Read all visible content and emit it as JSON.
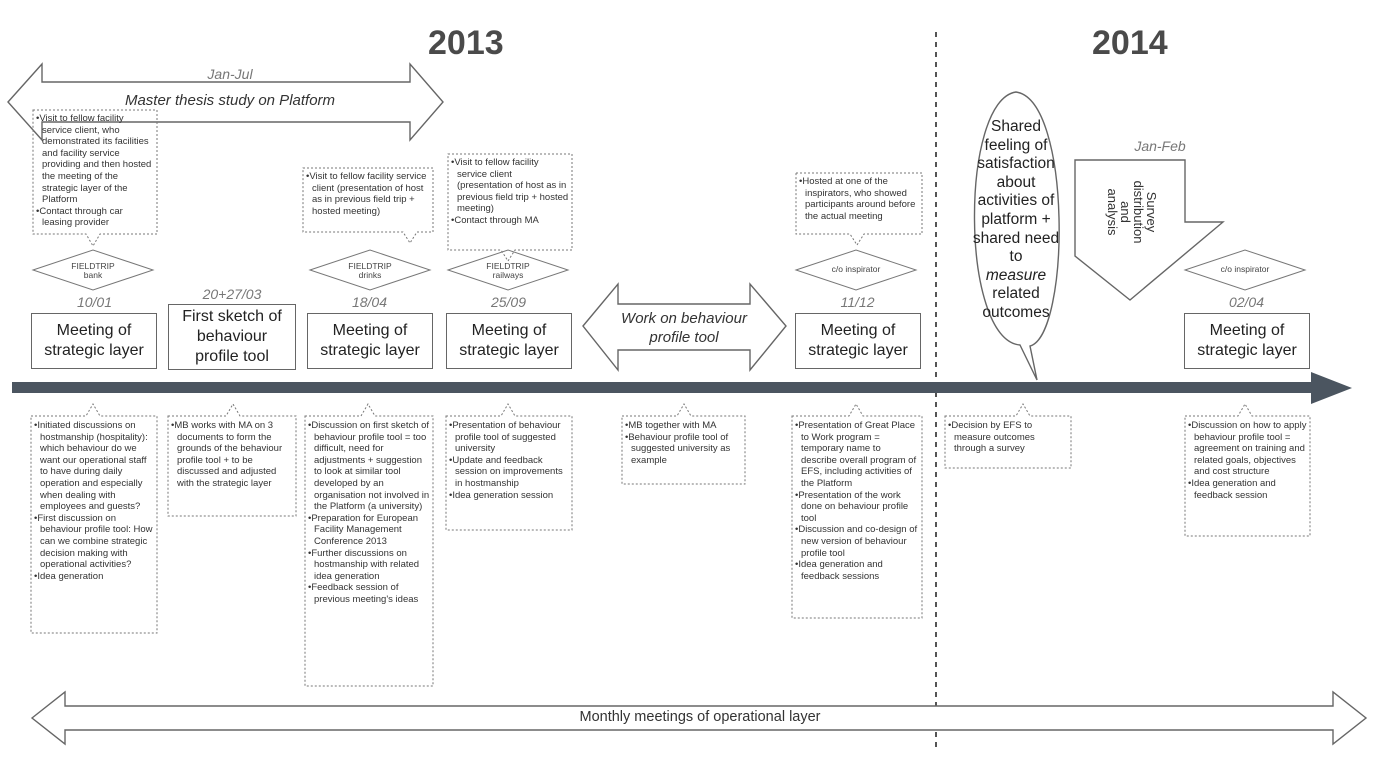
{
  "years": {
    "y2013": "2013",
    "y2014": "2014"
  },
  "arrows": {
    "master_period": "Jan-Jul",
    "master": "Master thesis study on Platform",
    "work": "Work on behaviour profile tool",
    "monthly": "Monthly meetings of operational layer",
    "survey_period": "Jan-Feb",
    "survey_lines": [
      "Survey",
      "distribution",
      "and",
      "analysis"
    ]
  },
  "bubble_lines": [
    "Shared",
    "feeling of",
    "satisfaction",
    "about",
    "activities of",
    "platform +",
    "shared need",
    "to",
    "measure",
    "related",
    "outcomes"
  ],
  "diamonds": {
    "d1": [
      "FIELDTRIP",
      "bank"
    ],
    "d2": [
      "FIELDTRIP",
      "drinks"
    ],
    "d3": [
      "FIELDTRIP",
      "railways"
    ],
    "d4": [
      "c/o inspirator"
    ],
    "d5": [
      "c/o inspirator"
    ]
  },
  "events": [
    {
      "date": "10/01",
      "title": "Meeting of strategic layer"
    },
    {
      "date": "20+27/03",
      "title": "First sketch of behaviour profile tool"
    },
    {
      "date": "18/04",
      "title": "Meeting of strategic layer"
    },
    {
      "date": "25/09",
      "title": "Meeting of strategic layer"
    },
    {
      "date": "11/12",
      "title": "Meeting of strategic layer"
    },
    {
      "date": "02/04",
      "title": "Meeting of strategic layer"
    }
  ],
  "top_notes": {
    "n1": [
      "Visit to fellow facility service client, who demonstrated its facilities and facility service providing and then hosted the meeting of the strategic layer of the Platform",
      "Contact through car leasing provider"
    ],
    "n2": [
      "Visit to fellow facility service client (presentation of host as in previous field trip + hosted meeting)"
    ],
    "n3": [
      "Visit to fellow facility service client (presentation of host as in previous field trip + hosted meeting)",
      "Contact through MA"
    ],
    "n4": [
      "Hosted at one of the inspirators, who showed participants around before the actual meeting"
    ]
  },
  "bottom_notes": {
    "b1": [
      "Initiated discussions on hostmanship (hospitality): which behaviour do we want our operational staff to have during daily operation and especially when dealing with employees and guests?",
      "First discussion on behaviour profile tool: How can we combine strategic decision making with operational activities?",
      "Idea generation"
    ],
    "b2": [
      "MB works with MA on 3 documents to form the grounds of the behaviour profile tool + to be discussed and adjusted with the strategic layer"
    ],
    "b3": [
      "Discussion on first sketch of behaviour profile tool = too difficult, need for adjustments + suggestion to look at similar tool developed by an organisation not involved in the Platform (a university)",
      "Preparation for European Facility Management Conference 2013",
      "Further discussions on hostmanship with related idea generation",
      "Feedback session of previous meeting's ideas"
    ],
    "b4": [
      "Presentation of behaviour profile tool of suggested university",
      "Update and feedback session on improvements in hostmanship",
      "Idea generation session"
    ],
    "b5": [
      "MB together with MA",
      "Behaviour profile tool of suggested university as example"
    ],
    "b6": [
      "Presentation of Great Place to Work program = temporary name to describe overall program of EFS, including activities of the Platform",
      "Presentation of the work done on behaviour profile tool",
      "Discussion and co-design of new version of behaviour profile tool",
      "Idea generation and feedback sessions"
    ],
    "b7": [
      "Decision by EFS to measure outcomes through a survey"
    ],
    "b8": [
      "Discussion on how to apply behaviour profile tool = agreement on training and related goals, objectives and cost structure",
      "Idea generation and feedback session"
    ]
  }
}
